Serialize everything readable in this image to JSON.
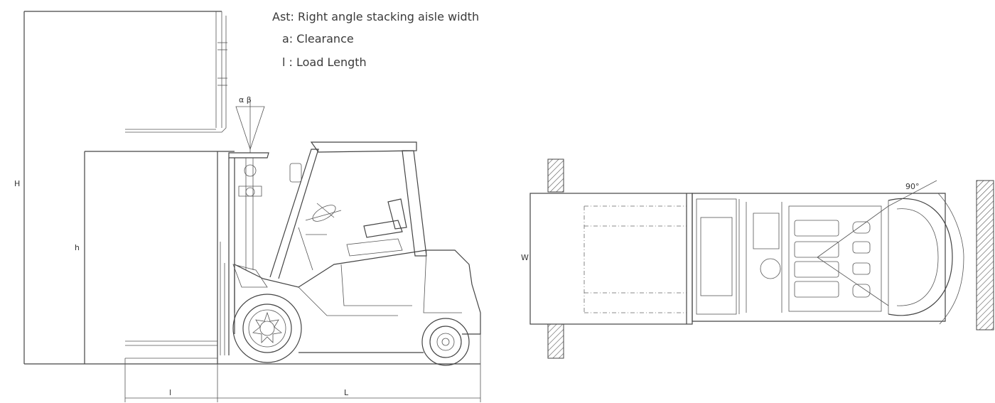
{
  "legend": {
    "ast": "Ast: Right angle stacking aisle width",
    "a": "a: Clearance",
    "l": "l : Load Length"
  },
  "dimensions": {
    "side_height_outer": "H",
    "side_height_inner": "h",
    "load_length": "l",
    "wheelbase_length": "L",
    "angle_marks": "α β",
    "top_width": "W",
    "turn_angle": "90°"
  }
}
